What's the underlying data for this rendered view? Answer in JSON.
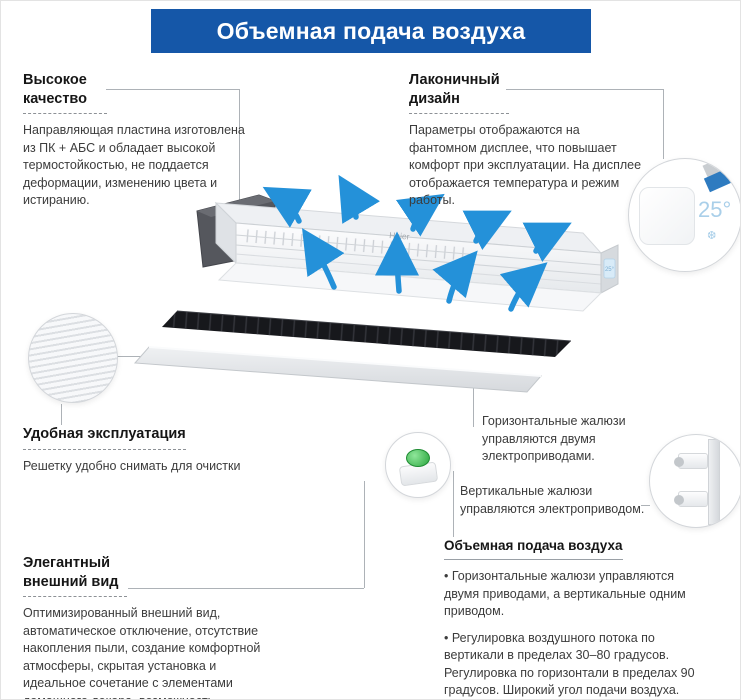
{
  "banner": {
    "title": "Объемная подача воздуха"
  },
  "sections": {
    "high_quality": {
      "title": "Высокое качество",
      "body": "Направляющая пластина изготовлена из  ПК + АБС и обладает высокой термостойкостью, не поддается деформации, изменению цвета и истиранию."
    },
    "laconic_design": {
      "title": "Лаконичный дизайн",
      "body": "Параметры отображаются на фантомном дисплее, что повышает комфорт при  эксплуатации. На дисплее отображается температура и режим работы."
    },
    "easy_use": {
      "title": "Удобная эксплуатация",
      "body": "Решетку удобно снимать для очистки"
    },
    "horizontal_louvers": {
      "body": "Горизонтальные жалюзи управляются двумя электроприводами."
    },
    "vertical_louvers": {
      "body": "Вертикальные жалюзи управляются электроприводом."
    },
    "elegant_design": {
      "title": "Элегантный внешний вид",
      "body": "Оптимизированный внешний вид, автоматическое отключение, отсутствие накопления пыли, создание комфортной атмосферы, скрытая установка и идеальное сочетание с элементами домашнего декора, возможность подсветки."
    },
    "air_supply": {
      "title": "Объемная подача воздуха",
      "bullets": [
        "• Горизонтальные жалюзи управляются двумя приводами, а вертикальные одним приводом.",
        "• Регулировка воздушного потока по вертикали в пределах 30–80 градусов. Регулировка по горизонтали в пределах 90 градусов. Широкий угол подачи воздуха."
      ]
    }
  },
  "unit": {
    "brand": "Haier",
    "display_value": "25°"
  },
  "icons": {
    "snowflake": "❆"
  },
  "colors": {
    "banner_bg": "#1557a8",
    "arrow": "#2491d9",
    "heading": "#161616",
    "body_text": "#3c3c3c",
    "leader_line": "#adb2b7"
  }
}
